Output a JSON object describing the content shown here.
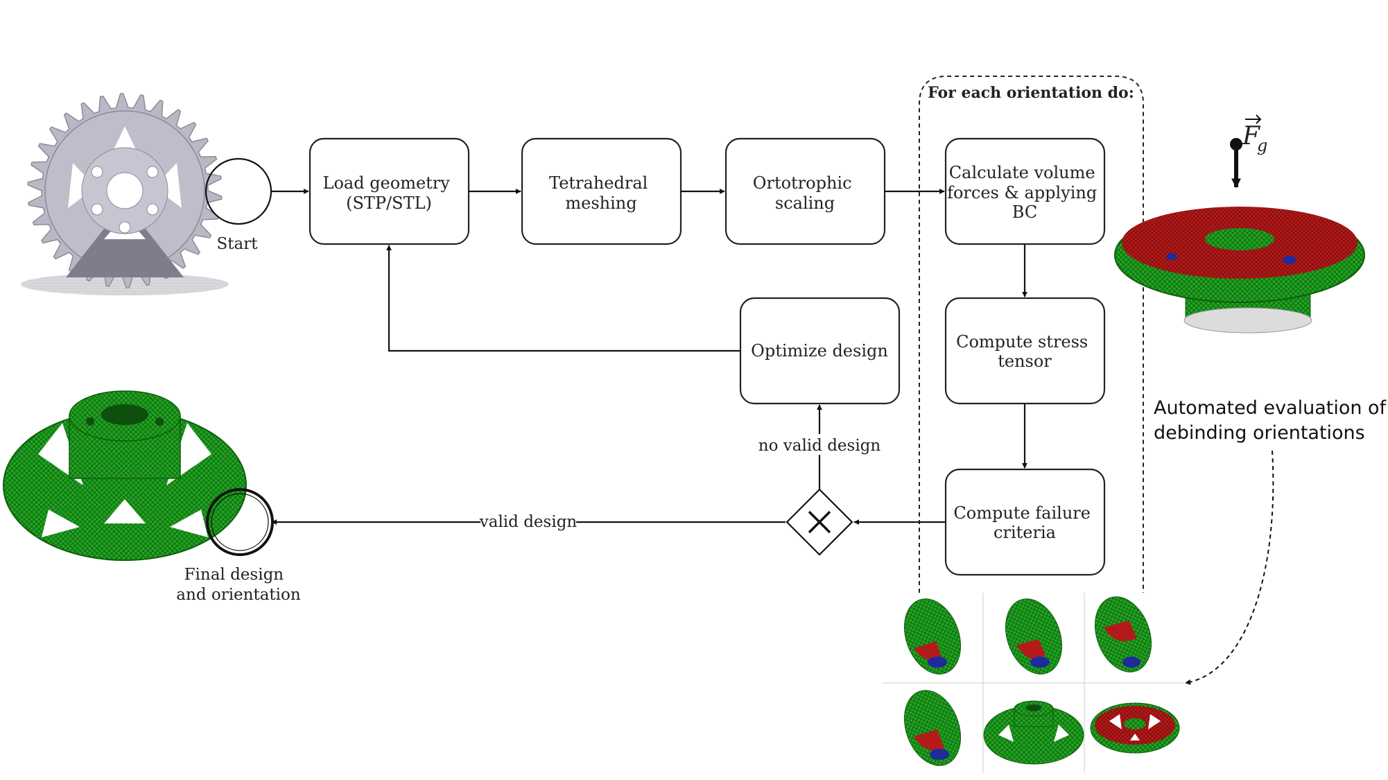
{
  "start_label": "Start",
  "nodes": {
    "load": [
      "Load geometry",
      "(STP/STL)"
    ],
    "mesh": [
      "Tetrahedral",
      "meshing"
    ],
    "scale": [
      "Ortotrophic",
      "scaling"
    ],
    "calc": [
      "Calculate volume",
      "forces & applying",
      "BC"
    ],
    "stress": [
      "Compute stress",
      "tensor"
    ],
    "failure": [
      "Compute failure",
      "criteria"
    ],
    "optimize": [
      "Optimize design"
    ]
  },
  "loop_title": "For each orientation do:",
  "edge_labels": {
    "no_valid": "no valid design",
    "valid": "valid design"
  },
  "end_label": [
    "Final design",
    "and orientation"
  ],
  "force_symbol": "F",
  "force_subscript": "g",
  "auto_eval": [
    "Automated evaluation of",
    "debinding orientations"
  ],
  "colors": {
    "stroke": "#111111",
    "gear_grey": "#b9b9c6",
    "mesh_green": "#1f9a1f",
    "stress_red": "#b41818",
    "stress_blue": "#1d2b9c"
  }
}
